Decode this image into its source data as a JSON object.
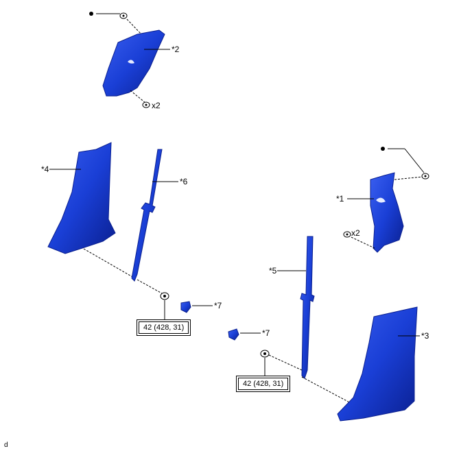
{
  "callouts": {
    "c1": "*1",
    "c2": "*2",
    "c3": "*3",
    "c4": "*4",
    "c5": "*5",
    "c6": "*6",
    "c7a": "*7",
    "c7b": "*7"
  },
  "quantities": {
    "top_x2": "x2",
    "right_x2": "x2"
  },
  "torque": {
    "left": "42 (428, 31)",
    "right": "42 (428, 31)"
  },
  "footer_code": "d",
  "colors": {
    "part_fill": "#1a3fd6",
    "part_dark": "#0a1f8f",
    "part_light": "#4a6cf0",
    "line": "#000000"
  }
}
